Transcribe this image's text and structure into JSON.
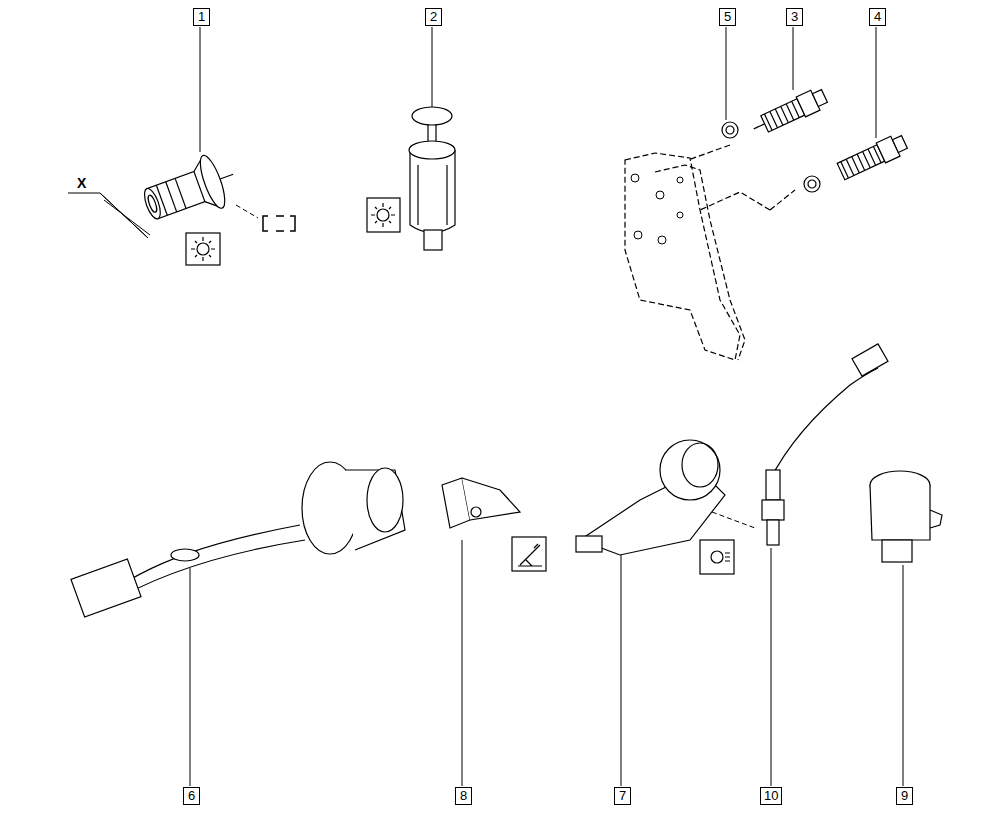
{
  "diagram": {
    "labels": [
      "1",
      "2",
      "5",
      "3",
      "4",
      "X",
      "6",
      "8",
      "7",
      "10",
      "9"
    ]
  }
}
